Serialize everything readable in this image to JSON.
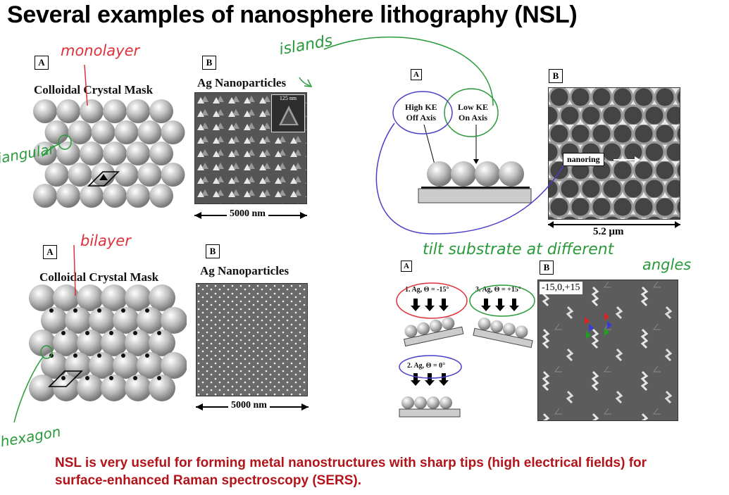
{
  "title": "Several examples of nanosphere lithography (NSL)",
  "panel_A_label": "A",
  "panel_B_label": "B",
  "mask_label": "Colloidal Crystal Mask",
  "ag_label": "Ag Nanoparticles",
  "scale_5000": "5000 nm",
  "inset_scale": "125 nm",
  "annotations": {
    "monolayer": "monolayer",
    "islands": "islands",
    "triangular": "iangular",
    "bilayer": "bilayer",
    "hexagon": "hexagon",
    "tilt": "tilt substrate at different",
    "angles": "angles"
  },
  "right_top": {
    "high_ke": [
      "High KE",
      "Off Axis"
    ],
    "low_ke": [
      "Low KE",
      "On Axis"
    ],
    "nanoring": "nanoring",
    "scale": "5.2 μm"
  },
  "right_bottom": {
    "step1": "1. Ag, Θ = -15°",
    "step2": "2. Ag, Θ = 0°",
    "step3": "3. Ag, Θ = +15°",
    "angles_label": "-15,0,+15"
  },
  "bottom_text": "NSL is very useful for forming metal nanostructures with sharp tips (high electrical fields) for surface-enhanced Raman spectroscopy (SERS).",
  "colors": {
    "title": "#000000",
    "bottom_text": "#b2141a",
    "ink_red": "#e0303a",
    "ink_green": "#2a9a3a",
    "ink_blue": "#4a3fc8"
  }
}
